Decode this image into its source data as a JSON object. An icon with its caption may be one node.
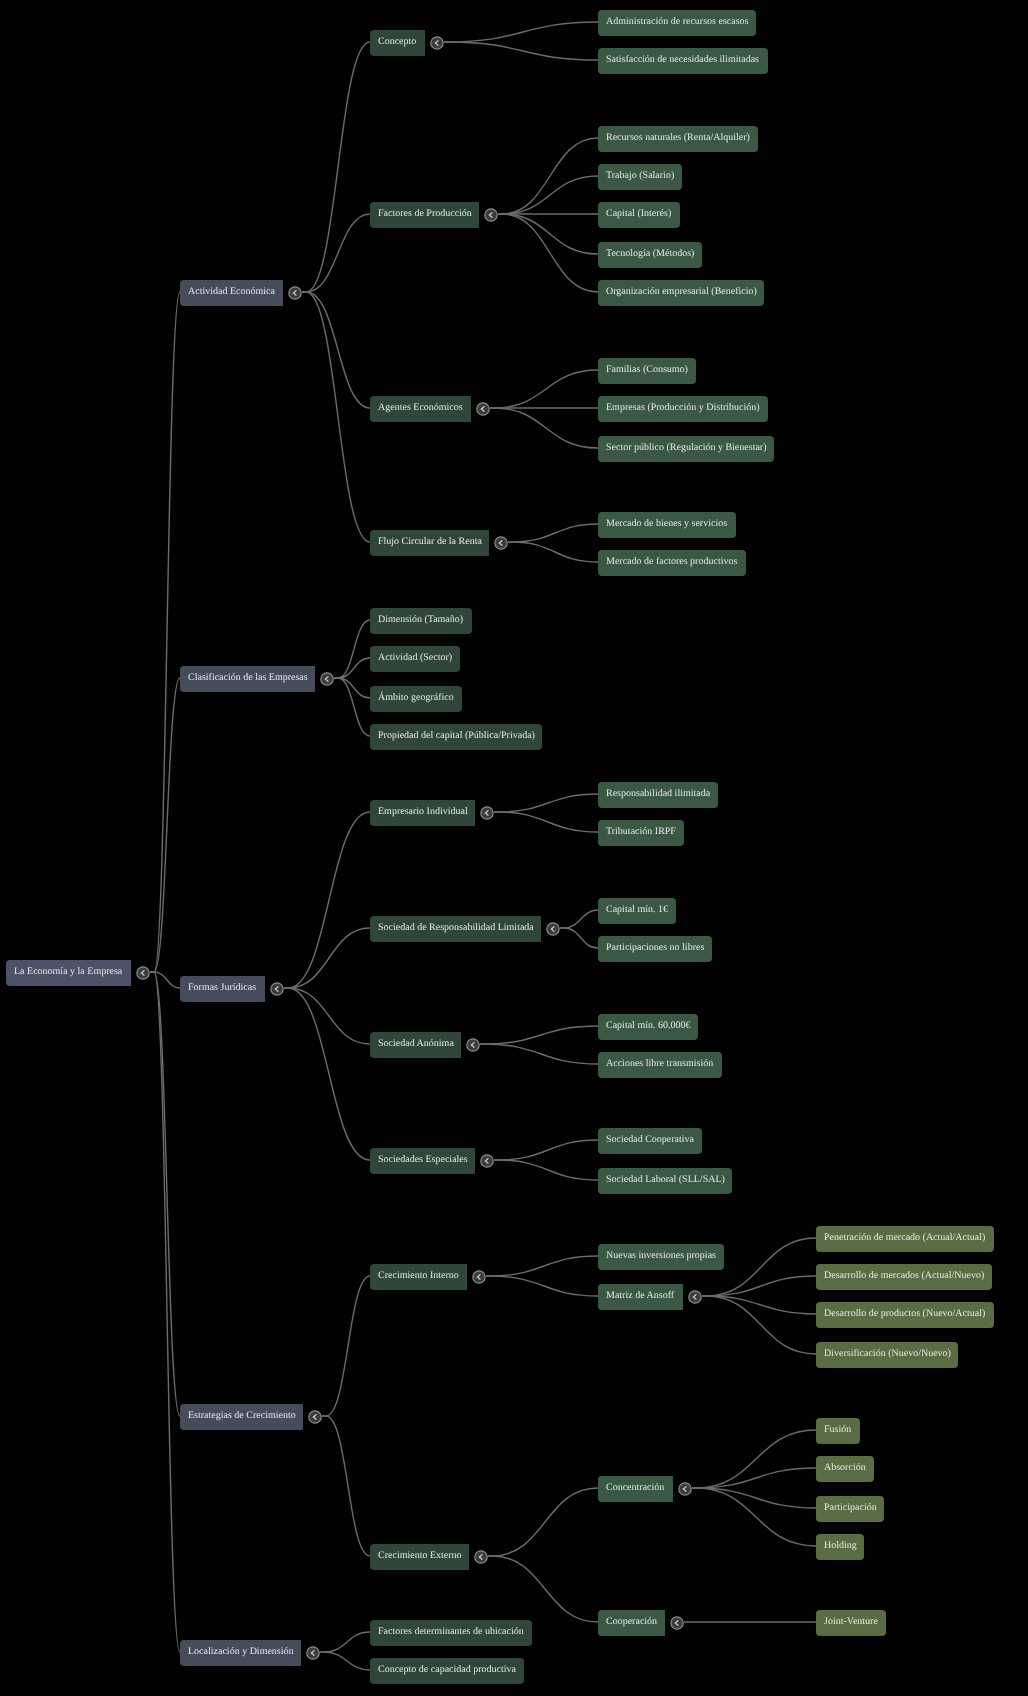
{
  "diagram": {
    "nodes": [
      {
        "text": [
          "La Economía y la Empresa"
        ]
      },
      {
        "text": [
          "Actividad Económica"
        ]
      },
      {
        "text": [
          "Concepto"
        ]
      },
      {
        "text": [
          "Administración de recursos escasos"
        ]
      },
      {
        "text": [
          "Satisfacción de necesidades ilimitadas"
        ]
      },
      {
        "text": [
          "Factores de Producción"
        ]
      },
      {
        "text": [
          "Recursos naturales (Renta/Alquiler)"
        ]
      },
      {
        "text": [
          "Trabajo (Salario)"
        ]
      },
      {
        "text": [
          "Capital (Interés)"
        ]
      },
      {
        "text": [
          "Tecnología (Métodos)"
        ]
      },
      {
        "text": [
          "Organización empresarial (Beneficio)"
        ]
      },
      {
        "text": [
          "Agentes Económicos"
        ]
      },
      {
        "text": [
          "Familias (Consumo)"
        ]
      },
      {
        "text": [
          "Empresas (Producción y Distribución)"
        ]
      },
      {
        "text": [
          "Sector público (Regulación y Bienestar)"
        ]
      },
      {
        "text": [
          "Flujo Circular de la Renta"
        ]
      },
      {
        "text": [
          "Mercado de bienes y servicios"
        ]
      },
      {
        "text": [
          "Mercado de factores productivos"
        ]
      },
      {
        "text": [
          "Clasificación de las Empresas"
        ]
      },
      {
        "text": [
          "Dimensión (Tamaño)"
        ]
      },
      {
        "text": [
          "Actividad (Sector)"
        ]
      },
      {
        "text": [
          "Ámbito geográfico"
        ]
      },
      {
        "text": [
          "Propiedad del capital (Pública/Privada)"
        ]
      },
      {
        "text": [
          "Formas Jurídicas"
        ]
      },
      {
        "text": [
          "Empresario Individual"
        ]
      },
      {
        "text": [
          "Responsabilidad ilimitada"
        ]
      },
      {
        "text": [
          "Tributación IRPF"
        ]
      },
      {
        "text": [
          "Sociedad de Responsabilidad Limitada"
        ]
      },
      {
        "text": [
          "Capital mín. 1€"
        ]
      },
      {
        "text": [
          "Participaciones no libres"
        ]
      },
      {
        "text": [
          "Sociedad Anónima"
        ]
      },
      {
        "text": [
          "Capital mín. 60.000€"
        ]
      },
      {
        "text": [
          "Acciones libre transmisión"
        ]
      },
      {
        "text": [
          "Sociedades Especiales"
        ]
      },
      {
        "text": [
          "Sociedad Cooperativa"
        ]
      },
      {
        "text": [
          "Sociedad Laboral (SLL/SAL)"
        ]
      },
      {
        "text": [
          "Estrategias de Crecimiento"
        ]
      },
      {
        "text": [
          "Crecimiento Interno"
        ]
      },
      {
        "text": [
          "Nuevas inversiones propias"
        ]
      },
      {
        "text": [
          "Matriz de Ansoff"
        ]
      },
      {
        "text": [
          "Penetración de mercado (Actual/Actual)"
        ]
      },
      {
        "text": [
          "Desarrollo de mercados (Actual/Nuevo)"
        ]
      },
      {
        "text": [
          "Desarrollo de productos (Nuevo/Actual)"
        ]
      },
      {
        "text": [
          "Diversificación (Nuevo/Nuevo)"
        ]
      },
      {
        "text": [
          "Crecimiento Externo"
        ]
      },
      {
        "text": [
          "Concentración"
        ]
      },
      {
        "text": [
          "Fusión"
        ]
      },
      {
        "text": [
          "Absorción"
        ]
      },
      {
        "text": [
          "Participación"
        ]
      },
      {
        "text": [
          "Holding"
        ]
      },
      {
        "text": [
          "Cooperación"
        ]
      },
      {
        "text": [
          "Joint-Venture"
        ]
      },
      {
        "text": [
          "Localización y Dimensión"
        ]
      },
      {
        "text": [
          "Factores determinantes de ubicación"
        ]
      },
      {
        "text": [
          "Concepto de capacidad productiva"
        ]
      }
    ],
    "edges": [
      {
        "from": 0,
        "to": 1,
        "arrow": "none"
      },
      {
        "from": 1,
        "to": 2,
        "arrow": "none"
      },
      {
        "from": 2,
        "to": 3,
        "arrow": "none"
      },
      {
        "from": 2,
        "to": 4,
        "arrow": "none"
      },
      {
        "from": 1,
        "to": 5,
        "arrow": "none"
      },
      {
        "from": 5,
        "to": 6,
        "arrow": "none"
      },
      {
        "from": 5,
        "to": 7,
        "arrow": "none"
      },
      {
        "from": 5,
        "to": 8,
        "arrow": "none"
      },
      {
        "from": 5,
        "to": 9,
        "arrow": "none"
      },
      {
        "from": 5,
        "to": 10,
        "arrow": "none"
      },
      {
        "from": 1,
        "to": 11,
        "arrow": "none"
      },
      {
        "from": 11,
        "to": 12,
        "arrow": "none"
      },
      {
        "from": 11,
        "to": 13,
        "arrow": "none"
      },
      {
        "from": 11,
        "to": 14,
        "arrow": "none"
      },
      {
        "from": 1,
        "to": 15,
        "arrow": "none"
      },
      {
        "from": 15,
        "to": 16,
        "arrow": "none"
      },
      {
        "from": 15,
        "to": 17,
        "arrow": "none"
      },
      {
        "from": 0,
        "to": 18,
        "arrow": "none"
      },
      {
        "from": 18,
        "to": 19,
        "arrow": "none"
      },
      {
        "from": 18,
        "to": 20,
        "arrow": "none"
      },
      {
        "from": 18,
        "to": 21,
        "arrow": "none"
      },
      {
        "from": 18,
        "to": 22,
        "arrow": "none"
      },
      {
        "from": 0,
        "to": 23,
        "arrow": "none"
      },
      {
        "from": 23,
        "to": 24,
        "arrow": "none"
      },
      {
        "from": 24,
        "to": 25,
        "arrow": "none"
      },
      {
        "from": 24,
        "to": 26,
        "arrow": "none"
      },
      {
        "from": 23,
        "to": 27,
        "arrow": "none"
      },
      {
        "from": 27,
        "to": 28,
        "arrow": "none"
      },
      {
        "from": 27,
        "to": 29,
        "arrow": "none"
      },
      {
        "from": 23,
        "to": 30,
        "arrow": "none"
      },
      {
        "from": 30,
        "to": 31,
        "arrow": "none"
      },
      {
        "from": 30,
        "to": 32,
        "arrow": "none"
      },
      {
        "from": 23,
        "to": 33,
        "arrow": "none"
      },
      {
        "from": 33,
        "to": 34,
        "arrow": "none"
      },
      {
        "from": 33,
        "to": 35,
        "arrow": "none"
      },
      {
        "from": 0,
        "to": 36,
        "arrow": "none"
      },
      {
        "from": 36,
        "to": 37,
        "arrow": "none"
      },
      {
        "from": 37,
        "to": 38,
        "arrow": "none"
      },
      {
        "from": 37,
        "to": 39,
        "arrow": "none"
      },
      {
        "from": 39,
        "to": 40,
        "arrow": "none"
      },
      {
        "from": 39,
        "to": 41,
        "arrow": "none"
      },
      {
        "from": 39,
        "to": 42,
        "arrow": "none"
      },
      {
        "from": 39,
        "to": 43,
        "arrow": "none"
      },
      {
        "from": 36,
        "to": 44,
        "arrow": "none"
      },
      {
        "from": 44,
        "to": 45,
        "arrow": "none"
      },
      {
        "from": 45,
        "to": 46,
        "arrow": "none"
      },
      {
        "from": 45,
        "to": 47,
        "arrow": "none"
      },
      {
        "from": 45,
        "to": 48,
        "arrow": "none"
      },
      {
        "from": 45,
        "to": 49,
        "arrow": "none"
      },
      {
        "from": 44,
        "to": 50,
        "arrow": "none"
      },
      {
        "from": 50,
        "to": 51,
        "arrow": "none"
      },
      {
        "from": 0,
        "to": 52,
        "arrow": "none"
      },
      {
        "from": 52,
        "to": 53,
        "arrow": "none"
      },
      {
        "from": 52,
        "to": 54,
        "arrow": "none"
      }
    ]
  }
}
